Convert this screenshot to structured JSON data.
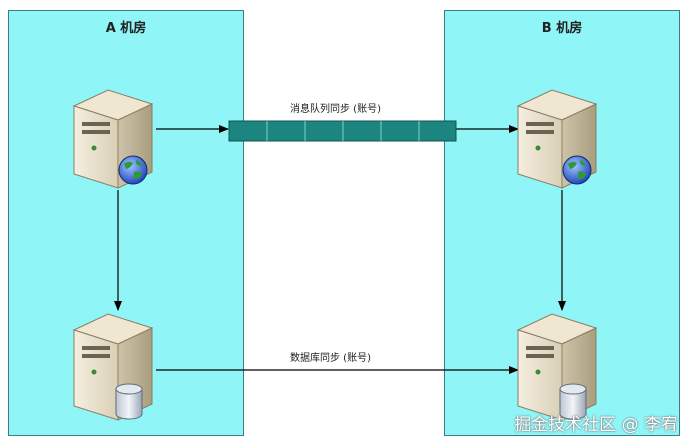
{
  "rooms": {
    "a": {
      "title": "A 机房"
    },
    "b": {
      "title": "B 机房"
    }
  },
  "links": {
    "mq_label": "消息队列同步 (账号)",
    "db_label": "数据库同步 (账号)"
  },
  "watermark": "掘金技术社区 @ 李宥",
  "icons": {
    "app_server": "server-icon",
    "globe": "globe-icon",
    "database": "database-icon",
    "queue": "message-queue-icon"
  },
  "colors": {
    "room_fill": "#8ff5f7",
    "queue_fill": "#1c8580"
  }
}
